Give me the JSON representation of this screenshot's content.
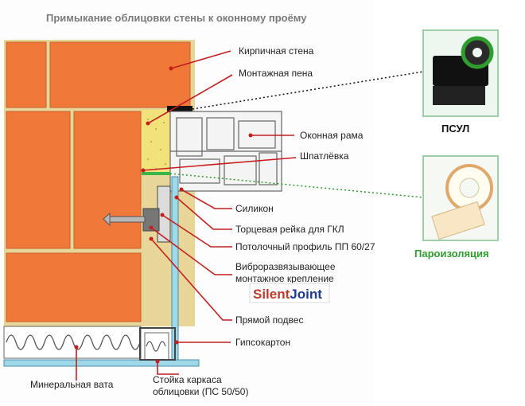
{
  "title": "Примыкание облицовки стены к оконному проёму",
  "labels": {
    "brick_wall": "Кирпичная стена",
    "foam": "Монтажная пена",
    "frame": "Оконная рама",
    "putty": "Шпатлёвка",
    "silicone": "Силикон",
    "end_rail": "Торцевая рейка для ГКЛ",
    "ceiling_profile": "Потолочный профиль ПП 60/27",
    "vibro_line1": "Виброразвязывающее",
    "vibro_line2": "монтажное крепление",
    "hanger": "Прямой подвес",
    "drywall": "Гипсокартон",
    "mineral_wool": "Минеральная вата",
    "stud_line1": "Стойка каркаса",
    "stud_line2": "облицовки (ПС 50/50)"
  },
  "brand": {
    "part1": "Silent",
    "part2": "Joint",
    "color1": "#c0392b",
    "color2": "#1f3a93"
  },
  "products": {
    "psul": {
      "label": "ПСУЛ",
      "color": "#111111"
    },
    "vapor": {
      "label": "Пароизоляция",
      "color": "#2e9e2e"
    }
  },
  "colors": {
    "brick": "#f07838",
    "mortar": "#e8d598",
    "drywall": "#9fd8e8",
    "leader": "#c41e1e",
    "foam": "#f2e27a"
  }
}
